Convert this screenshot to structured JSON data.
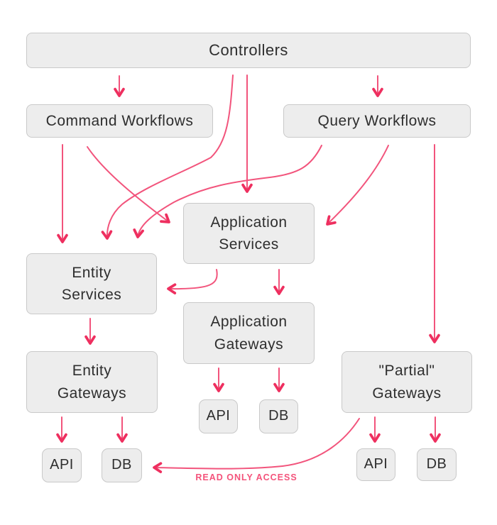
{
  "diagram": {
    "nodes": {
      "controllers": {
        "label": "Controllers"
      },
      "command_workflows": {
        "label": "Command Workflows"
      },
      "query_workflows": {
        "label": "Query Workflows"
      },
      "application_services": {
        "label": "Application\nServices"
      },
      "entity_services": {
        "label": "Entity\nServices"
      },
      "application_gateways": {
        "label": "Application\nGateways"
      },
      "entity_gateways": {
        "label": "Entity\nGateways"
      },
      "partial_gateways": {
        "label": "\"Partial\"\nGateways"
      },
      "application_api": {
        "label": "API"
      },
      "application_db": {
        "label": "DB"
      },
      "entity_api": {
        "label": "API"
      },
      "entity_db": {
        "label": "DB"
      },
      "partial_api": {
        "label": "API"
      },
      "partial_db": {
        "label": "DB"
      }
    },
    "edges": [
      {
        "from": "controllers",
        "to": "command_workflows"
      },
      {
        "from": "controllers",
        "to": "query_workflows"
      },
      {
        "from": "controllers",
        "to": "application_services"
      },
      {
        "from": "controllers",
        "to": "entity_services"
      },
      {
        "from": "command_workflows",
        "to": "entity_services"
      },
      {
        "from": "command_workflows",
        "to": "application_services"
      },
      {
        "from": "query_workflows",
        "to": "entity_services"
      },
      {
        "from": "query_workflows",
        "to": "application_services"
      },
      {
        "from": "query_workflows",
        "to": "partial_gateways"
      },
      {
        "from": "application_services",
        "to": "entity_services"
      },
      {
        "from": "application_services",
        "to": "application_gateways"
      },
      {
        "from": "entity_services",
        "to": "entity_gateways"
      },
      {
        "from": "application_gateways",
        "to": "application_api"
      },
      {
        "from": "application_gateways",
        "to": "application_db"
      },
      {
        "from": "entity_gateways",
        "to": "entity_api"
      },
      {
        "from": "entity_gateways",
        "to": "entity_db"
      },
      {
        "from": "partial_gateways",
        "to": "partial_api"
      },
      {
        "from": "partial_gateways",
        "to": "partial_db"
      },
      {
        "from": "partial_gateways",
        "to": "entity_db",
        "label": "READ ONLY ACCESS"
      }
    ],
    "annotations": {
      "read_only_access": "READ ONLY ACCESS"
    },
    "colors": {
      "arrow_shaft": "#f2547c",
      "arrow_head": "#ee2f5f",
      "node_fill": "#ededed",
      "node_border": "#c9c9c9",
      "node_text": "#2e2e2e",
      "annotation_text": "#f4537b",
      "background": "#ffffff"
    }
  }
}
